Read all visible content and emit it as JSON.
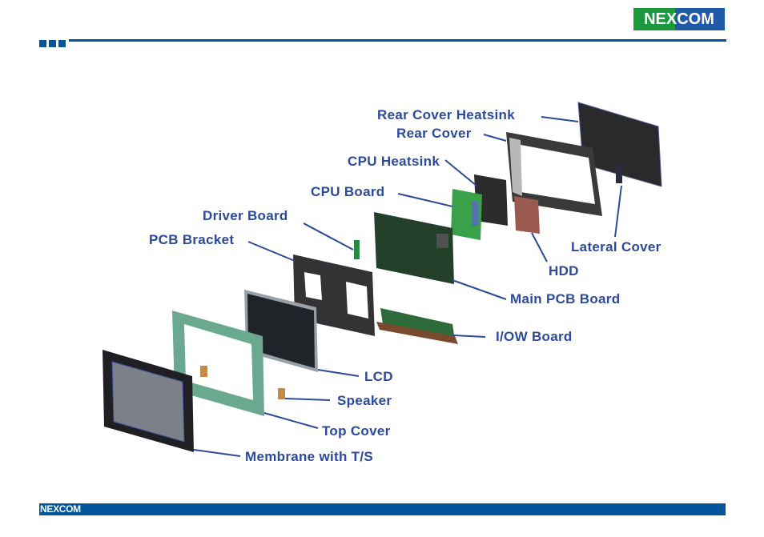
{
  "header": {
    "brand_logo_text": "NEXCOM",
    "colors": {
      "primary_blue": "#00559b",
      "logo_green": "#1a9a3d",
      "logo_blue": "#1e5aa8",
      "label_blue": "#2b4a9c"
    }
  },
  "diagram": {
    "title": "Exploded view",
    "labels": [
      {
        "id": "rear-cover-heatsink",
        "text": "Rear Cover Heatsink"
      },
      {
        "id": "rear-cover",
        "text": "Rear Cover"
      },
      {
        "id": "cpu-heatsink",
        "text": "CPU Heatsink"
      },
      {
        "id": "cpu-board",
        "text": "CPU Board"
      },
      {
        "id": "driver-board",
        "text": "Driver Board"
      },
      {
        "id": "pcb-bracket",
        "text": "PCB Bracket"
      },
      {
        "id": "lateral-cover",
        "text": "Lateral Cover"
      },
      {
        "id": "hdd",
        "text": "HDD"
      },
      {
        "id": "main-pcb-board",
        "text": "Main PCB Board"
      },
      {
        "id": "iow-board",
        "text": "I/OW Board"
      },
      {
        "id": "lcd",
        "text": "LCD"
      },
      {
        "id": "speaker",
        "text": "Speaker"
      },
      {
        "id": "top-cover",
        "text": "Top Cover"
      },
      {
        "id": "membrane",
        "text": "Membrane with T/S"
      }
    ]
  },
  "footer": {
    "brand_logo_text": "NEXCOM"
  }
}
